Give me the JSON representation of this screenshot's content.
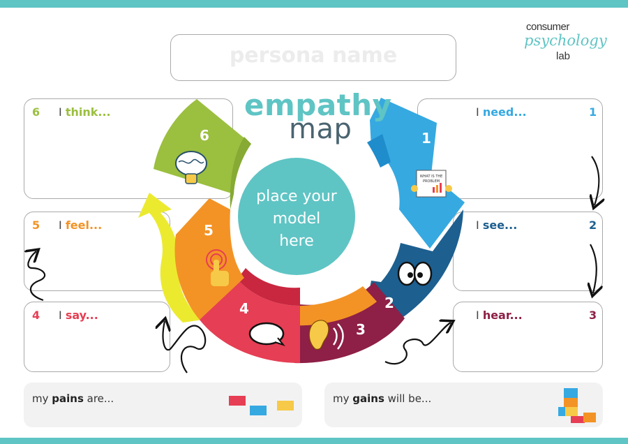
{
  "persona": {
    "placeholder": "persona name"
  },
  "title": {
    "line1": "empathy",
    "line2": "map"
  },
  "logo": {
    "line1": "consumer",
    "line2": "psychology",
    "line3": "lab"
  },
  "center": {
    "line1": "place your",
    "line2": "model",
    "line3": "here"
  },
  "icons": {
    "problem_line1": "WHAT IS THE",
    "problem_line2": "PROBLEM"
  },
  "colors": {
    "teal": "#5fc4c4",
    "green": "#9bbf3f",
    "blue": "#36a9e1",
    "navy": "#1d5f8f",
    "orange": "#f39325",
    "red": "#e63e54",
    "maroon": "#8e1f46",
    "yellow": "#ecea2f"
  },
  "sections": [
    {
      "num": "1",
      "pre": "I ",
      "kw": "need...",
      "color": "#36a9e1"
    },
    {
      "num": "2",
      "pre": "I ",
      "kw": "see...",
      "color": "#1d5f8f"
    },
    {
      "num": "3",
      "pre": "I ",
      "kw": "hear...",
      "color": "#8e1f46"
    },
    {
      "num": "4",
      "pre": "I ",
      "kw": "say...",
      "color": "#e63e54"
    },
    {
      "num": "5",
      "pre": "I ",
      "kw": "feel...",
      "color": "#f39325"
    },
    {
      "num": "6",
      "pre": "I ",
      "kw": "think...",
      "color": "#9bbf3f"
    }
  ],
  "pains": {
    "pre": "my ",
    "kw": "pains",
    "post": " are..."
  },
  "gains": {
    "pre": "my ",
    "kw": "gains",
    "post": " will be..."
  }
}
